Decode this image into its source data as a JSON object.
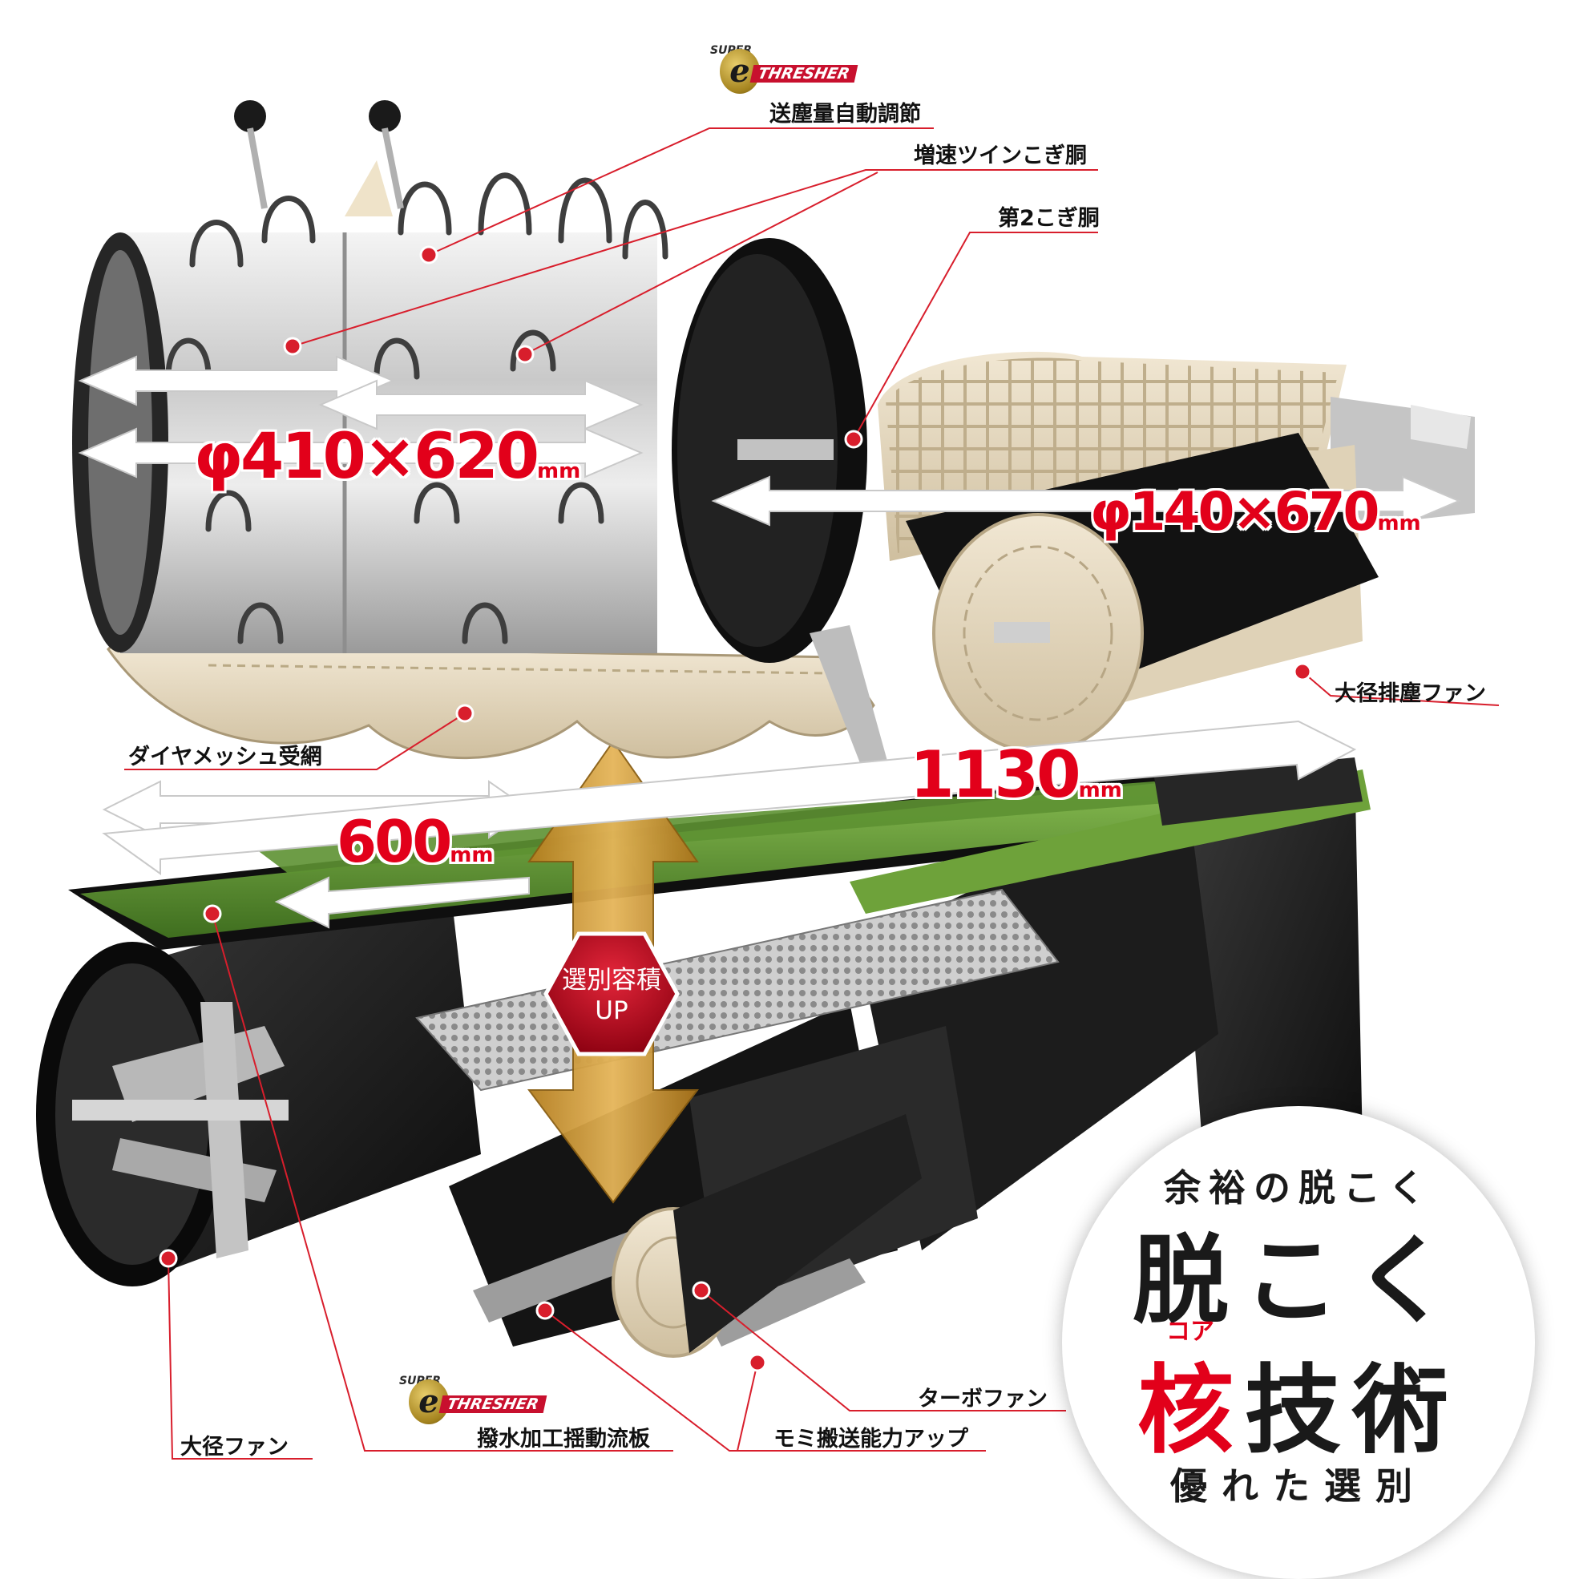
{
  "logos": [
    {
      "super": "SUPER",
      "e": "e",
      "thresher": "THRESHER"
    },
    {
      "super": "SUPER",
      "e": "e",
      "thresher": "THRESHER"
    }
  ],
  "labels": {
    "auto_adjust": "送塵量自動調節",
    "twin_drum": "増速ツインこぎ胴",
    "second_drum": "第2こぎ胴",
    "exhaust_fan": "大径排塵ファン",
    "diamond_mesh": "ダイヤメッシュ受網",
    "turbo_fan": "ターボファン",
    "large_fan": "大径ファン",
    "water_repellent": "撥水加工揺動流板",
    "grain_transport": "モミ搬送能力アップ"
  },
  "dimensions": {
    "drum_size": {
      "value": "φ410×620",
      "unit": "mm"
    },
    "second_drum_size": {
      "value": "φ140×670",
      "unit": "mm"
    },
    "width_600": {
      "value": "600",
      "unit": "mm"
    },
    "length_1130": {
      "value": "1130",
      "unit": "mm"
    }
  },
  "badge": {
    "line1": "選別容積",
    "line2": "UP"
  },
  "tagline": {
    "line1": "余裕の脱こく",
    "line2": "脱こく",
    "ruby": "コア",
    "line3_red": "核",
    "line3_rest": "技術",
    "line4": "優れた選別"
  },
  "colors": {
    "accent_red": "#e2001a",
    "leader_red": "#d81e2c",
    "cream": "#e9dcc4",
    "green_plate": "#6ea23a",
    "gold_arrow": "#c9962f"
  }
}
